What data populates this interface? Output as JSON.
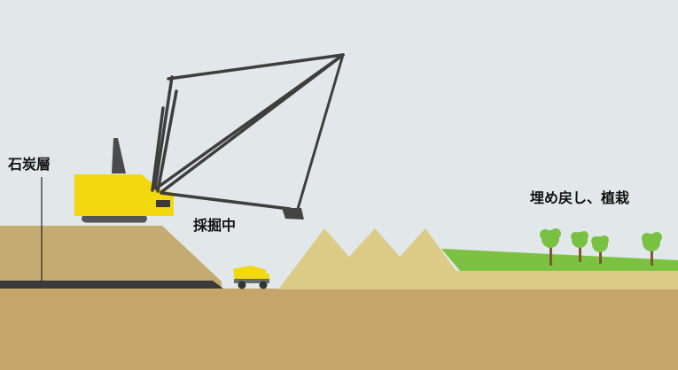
{
  "labels": {
    "coal_seam": "石炭層",
    "mining": "採掘中",
    "reclamation": "埋め戻し、植栽"
  },
  "colors": {
    "sky": "#e2e8ea",
    "ground": "#c6a56a",
    "overburden": "#c4ab72",
    "spoil": "#dccb87",
    "coal": "#3a3a3a",
    "grass": "#7cc142",
    "machine": "#f2d80e",
    "boom": "#3e3e3e",
    "tree_crown": "#79c143",
    "tree_trunk": "#7a5a32"
  },
  "icons": {
    "dragline": "dragline-excavator-icon",
    "truck": "dump-truck-icon",
    "tree": "tree-icon"
  }
}
